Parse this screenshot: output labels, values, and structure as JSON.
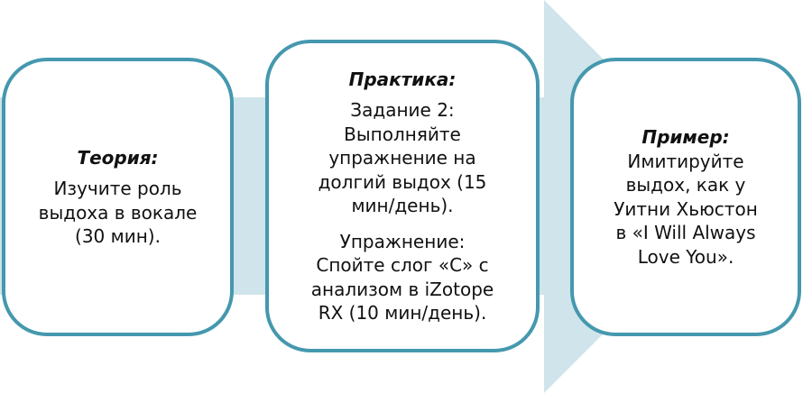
{
  "colors": {
    "border": "#4598ae",
    "arrow": "#cfe4eb"
  },
  "boxes": [
    {
      "title": "Теория:",
      "lines": [
        "Изучите роль",
        "выдоха в вокале",
        "(30 мин)."
      ]
    },
    {
      "title": "Практика:",
      "p1": [
        "Задание 2:",
        "Выполняйте",
        "упражнение на",
        "долгий выдох (15",
        "мин/день)."
      ],
      "p2": [
        "Упражнение:",
        "Спойте слог «С» с",
        "анализом в iZotope",
        "RX (10 мин/день)."
      ]
    },
    {
      "title": "Пример:",
      "lines": [
        "Имитируйте",
        "выдох, как у",
        "Уитни Хьюстон",
        "в «I Will Always",
        "Love You»."
      ]
    }
  ]
}
